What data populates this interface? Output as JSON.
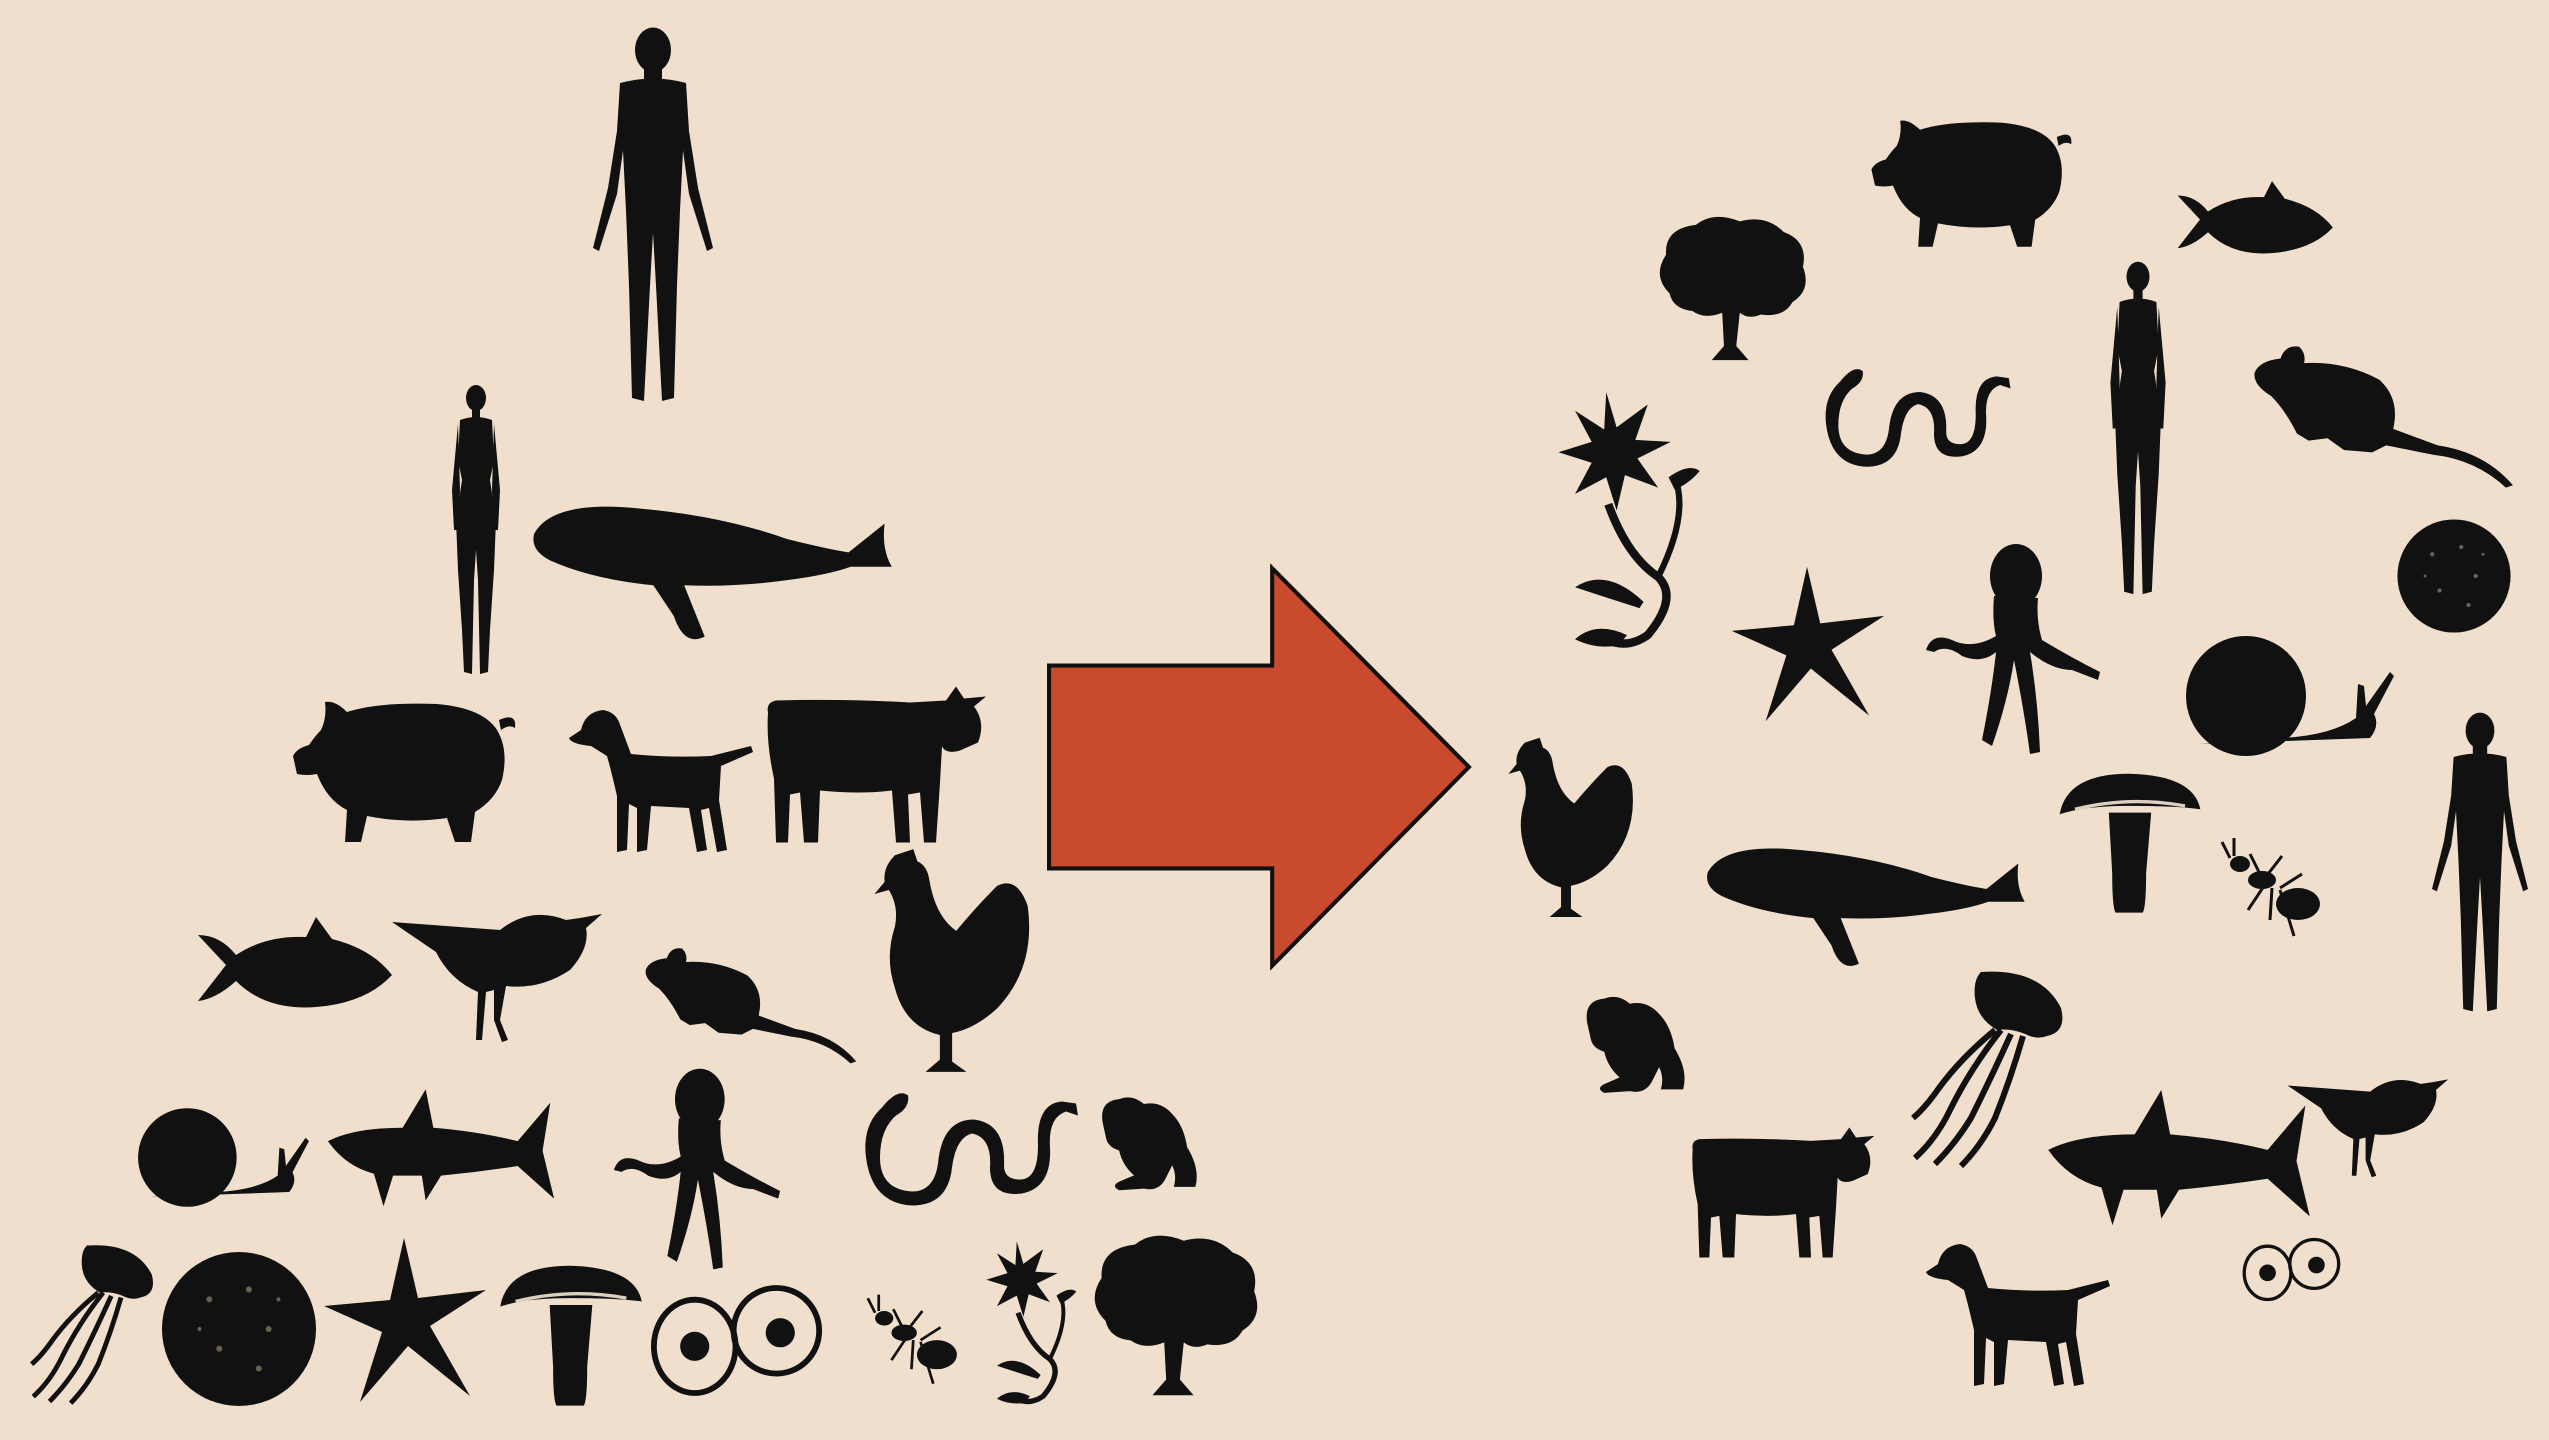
{
  "colors": {
    "background": "#f0dfcc",
    "silhouette": "#111111",
    "arrow_fill": "#c94a2c",
    "arrow_stroke": "#111111"
  },
  "left_group": {
    "arrangement": "pyramid",
    "items": [
      {
        "name": "man",
        "icon": "man-icon"
      },
      {
        "name": "woman",
        "icon": "woman-icon"
      },
      {
        "name": "whale",
        "icon": "whale-icon"
      },
      {
        "name": "pig",
        "icon": "pig-icon"
      },
      {
        "name": "dog",
        "icon": "dog-icon"
      },
      {
        "name": "cow",
        "icon": "cow-icon"
      },
      {
        "name": "hen",
        "icon": "hen-icon"
      },
      {
        "name": "fish",
        "icon": "fish-icon"
      },
      {
        "name": "bird",
        "icon": "bird-icon"
      },
      {
        "name": "mouse",
        "icon": "mouse-icon"
      },
      {
        "name": "snail",
        "icon": "snail-icon"
      },
      {
        "name": "shark",
        "icon": "shark-icon"
      },
      {
        "name": "octopus",
        "icon": "octopus-icon"
      },
      {
        "name": "snake",
        "icon": "snake-icon"
      },
      {
        "name": "frog",
        "icon": "frog-icon"
      },
      {
        "name": "jellyfish",
        "icon": "jellyfish-icon"
      },
      {
        "name": "sponge",
        "icon": "sponge-icon"
      },
      {
        "name": "starfish",
        "icon": "starfish-icon"
      },
      {
        "name": "mushroom",
        "icon": "mushroom-icon"
      },
      {
        "name": "cells",
        "icon": "cells-icon"
      },
      {
        "name": "ant",
        "icon": "ant-icon"
      },
      {
        "name": "flower",
        "icon": "flower-icon"
      },
      {
        "name": "tree",
        "icon": "tree-icon"
      }
    ]
  },
  "arrow": {
    "icon": "right-arrow-icon",
    "direction": "right"
  },
  "right_group": {
    "arrangement": "circle",
    "items": [
      {
        "name": "pig",
        "icon": "pig-icon"
      },
      {
        "name": "fish",
        "icon": "fish-icon"
      },
      {
        "name": "tree",
        "icon": "tree-icon"
      },
      {
        "name": "snake",
        "icon": "snake-icon"
      },
      {
        "name": "woman",
        "icon": "woman-icon"
      },
      {
        "name": "mouse",
        "icon": "mouse-icon"
      },
      {
        "name": "flower",
        "icon": "flower-icon"
      },
      {
        "name": "starfish",
        "icon": "starfish-icon"
      },
      {
        "name": "octopus",
        "icon": "octopus-icon"
      },
      {
        "name": "sponge",
        "icon": "sponge-icon"
      },
      {
        "name": "snail",
        "icon": "snail-icon"
      },
      {
        "name": "hen",
        "icon": "hen-icon"
      },
      {
        "name": "mushroom",
        "icon": "mushroom-icon"
      },
      {
        "name": "ant",
        "icon": "ant-icon"
      },
      {
        "name": "man",
        "icon": "man-icon"
      },
      {
        "name": "whale",
        "icon": "whale-icon"
      },
      {
        "name": "frog",
        "icon": "frog-icon"
      },
      {
        "name": "jellyfish",
        "icon": "jellyfish-icon"
      },
      {
        "name": "bird",
        "icon": "bird-icon"
      },
      {
        "name": "shark",
        "icon": "shark-icon"
      },
      {
        "name": "cow",
        "icon": "cow-icon"
      },
      {
        "name": "cells",
        "icon": "cells-icon"
      },
      {
        "name": "dog",
        "icon": "dog-icon"
      }
    ]
  }
}
